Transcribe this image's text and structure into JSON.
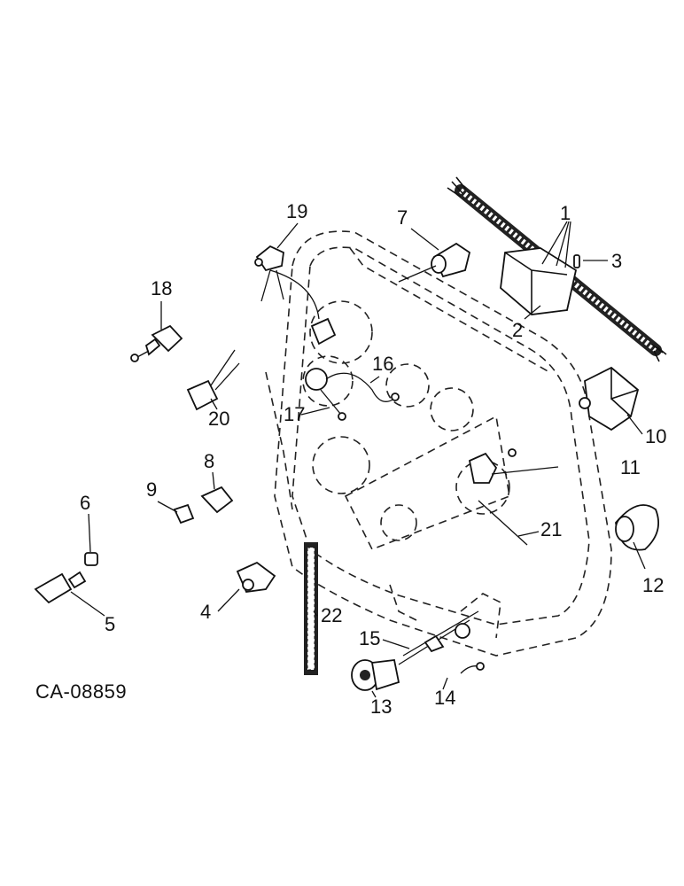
{
  "diagram": {
    "code": "CA-08859",
    "callouts": [
      "1",
      "2",
      "3",
      "4",
      "5",
      "6",
      "7",
      "8",
      "9",
      "10",
      "11",
      "12",
      "13",
      "14",
      "15",
      "16",
      "17",
      "18",
      "19",
      "20",
      "21",
      "22"
    ]
  },
  "colors": {
    "ink": "#111111",
    "paper": "#ffffff"
  }
}
